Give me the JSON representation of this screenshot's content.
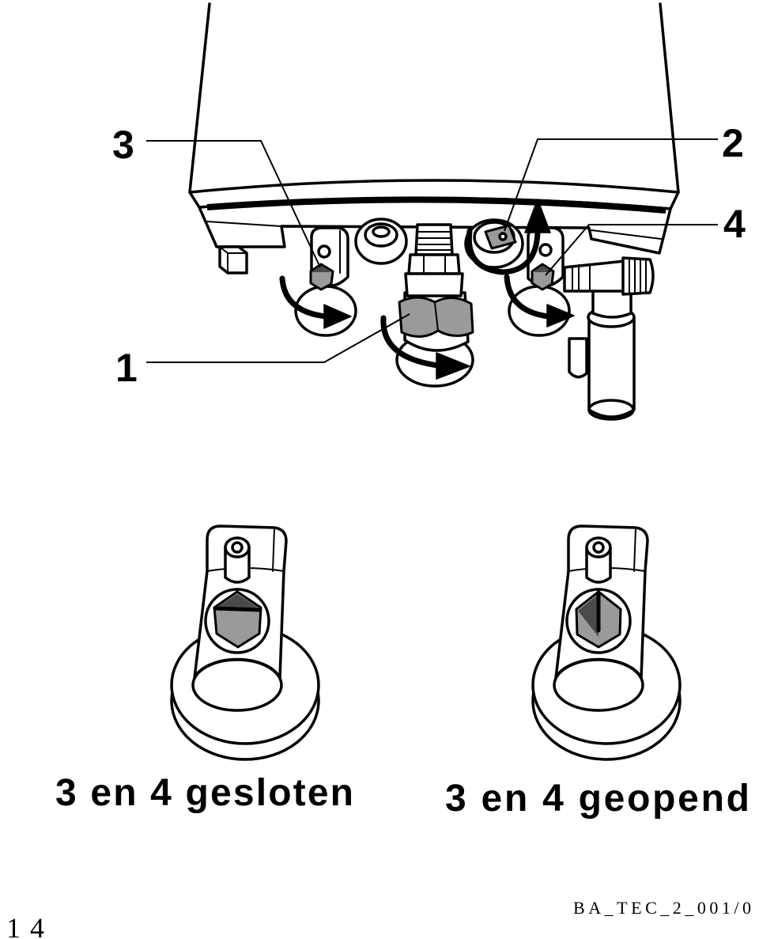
{
  "figure": {
    "callouts": {
      "valve_1": "1",
      "valve_2": "2",
      "valve_3": "3",
      "valve_4": "4"
    },
    "captions": {
      "closed": "3 en 4 gesloten",
      "open": "3 en 4 geopend"
    },
    "reference": "BA_TEC_2_001/0"
  },
  "page_number": "14",
  "colors": {
    "line": "#000000",
    "handle_fill": "#9a9a9a",
    "background": "#ffffff"
  }
}
